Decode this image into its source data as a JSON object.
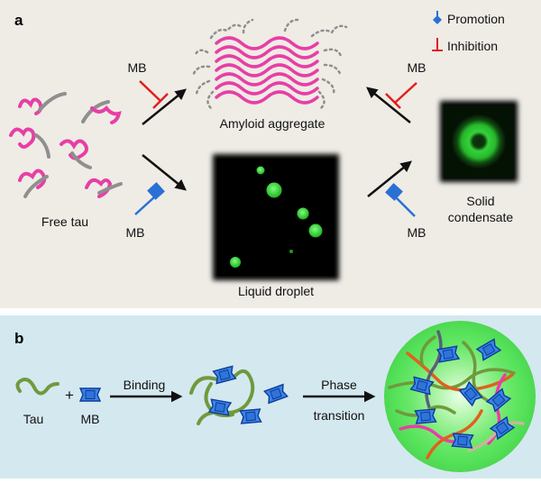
{
  "panel_a": {
    "letter": "a",
    "legend": {
      "promotion": "Promotion",
      "inhibition": "Inhibition"
    },
    "free_tau": "Free tau",
    "amyloid": "Amyloid aggregate",
    "liquid": "Liquid droplet",
    "solid_line1": "Solid",
    "solid_line2": "condensate",
    "mb": "MB"
  },
  "panel_b": {
    "letter": "b",
    "tau": "Tau",
    "plus": "+",
    "mb": "MB",
    "binding": "Binding",
    "phase_line1": "Phase",
    "phase_line2": "transition"
  },
  "colors": {
    "panel_a_bg": "#eeece5",
    "panel_b_bg": "#d4e8ef",
    "tau_pink": "#e83ea6",
    "tau_grey": "#8f8f8f",
    "tau_green": "#6f9a3c",
    "mb_blue": "#2a6fd6",
    "inhibit_red": "#e0201e",
    "droplet_green": "#36d63a"
  }
}
